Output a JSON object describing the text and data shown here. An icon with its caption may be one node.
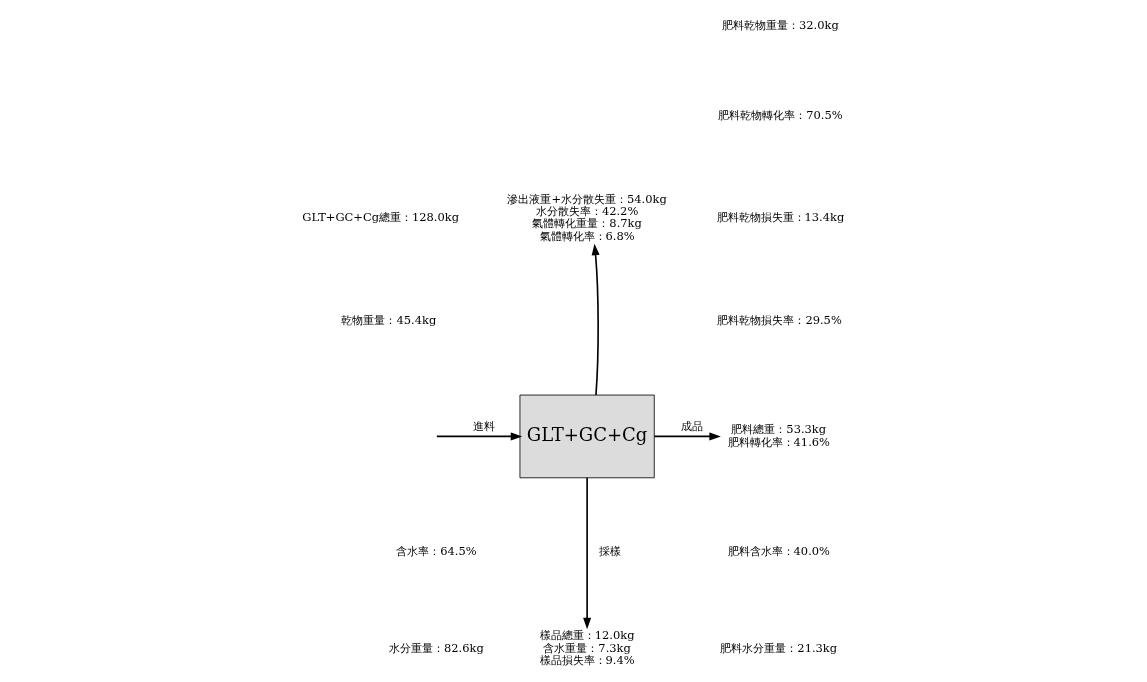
{
  "diagram": {
    "nodes": [
      {
        "text": [
          "GLT+GC+Cg"
        ]
      },
      {
        "text": [
          "滲出液重+水分散失重：54.0kg",
          "水分散失率：42.2%",
          "氣體轉化重量：8.7kg",
          "氣體轉化率：6.8%"
        ]
      },
      {
        "text": [
          "肥料總重：53.3kg",
          "肥料轉化率：41.6%"
        ]
      },
      {
        "text": [
          "樣品總重：12.0kg",
          "含水重量：7.3kg",
          "樣品損失率：9.4%"
        ]
      }
    ],
    "edges": [
      {
        "from": null,
        "to": 0,
        "arrow": "to",
        "label": "進料"
      },
      {
        "from": 0,
        "to": 1,
        "arrow": "to"
      },
      {
        "from": 0,
        "to": 2,
        "arrow": "to",
        "label": "成品"
      },
      {
        "from": 0,
        "to": 3,
        "arrow": "to",
        "label": "採樣"
      }
    ],
    "labels": [
      "GLT+GC+Cg總重：128.0kg",
      "乾物重量：45.4kg",
      "含水率：64.5%",
      "水分重量：82.6kg",
      "肥料乾物重量：32.0kg",
      "肥料乾物轉化率：70.5%",
      "肥料乾物損失重：13.4kg",
      "肥料乾物損失率：29.5%",
      "肥料含水率：40.0%",
      "肥料水分重量：21.3kg"
    ]
  }
}
